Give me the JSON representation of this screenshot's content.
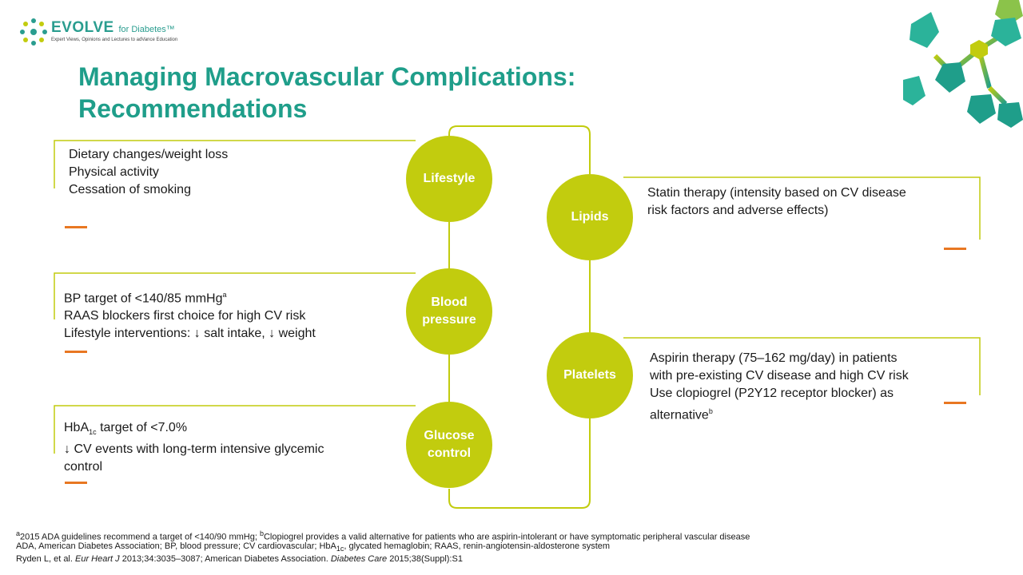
{
  "logo": {
    "brand": "EVOLVE",
    "for_text": "for Diabetes™",
    "tagline": "Expert Views, Opinions and Lectures to adVance Education"
  },
  "title": {
    "line1": "Managing Macrovascular Complications:",
    "line2": "Recommendations"
  },
  "colors": {
    "accent_green": "#c2cc0e",
    "title_teal": "#1f9e8a",
    "dash_orange": "#e87722"
  },
  "left_panels": {
    "lifestyle": {
      "circle_label": "Lifestyle",
      "lines": [
        "Dietary changes/weight loss",
        "Physical activity",
        "Cessation of smoking"
      ]
    },
    "blood_pressure": {
      "circle_label_1": "Blood",
      "circle_label_2": "pressure",
      "line1": "BP target of <140/85 mmHg",
      "line1_sup": "a",
      "line2": "RAAS blockers first choice for high CV risk",
      "line3": "Lifestyle interventions: ↓ salt intake, ↓ weight"
    },
    "glucose": {
      "circle_label_1": "Glucose",
      "circle_label_2": "control",
      "line1_a": "HbA",
      "line1_sub": "1c",
      "line1_b": " target of <7.0%",
      "line2": "↓ CV events with long-term intensive glycemic",
      "line3": "control"
    }
  },
  "right_panels": {
    "lipids": {
      "circle_label": "Lipids",
      "line1": "Statin therapy (intensity based on CV disease",
      "line2": "risk factors and adverse effects)"
    },
    "platelets": {
      "circle_label": "Platelets",
      "line1": "Aspirin therapy (75–162 mg/day) in patients",
      "line2": "with pre-existing CV disease and high CV risk",
      "line3": "Use clopiogrel (P2Y12 receptor blocker) as",
      "line4": "alternative",
      "line4_sup": "b"
    }
  },
  "footnotes": {
    "line1_sup_a": "a",
    "line1_a": "2015 ADA guidelines recommend a target of <140/90 mmHg; ",
    "line1_sup_b": "b",
    "line1_b": "Clopiogrel provides a valid alternative for patients who are aspirin-intolerant or have symptomatic peripheral vascular disease",
    "line2_a": "ADA, American Diabetes Association; BP, blood pressure; CV cardiovascular; HbA",
    "line2_sub": "1c",
    "line2_b": ", glycated hemaglobin; RAAS, renin-angiotensin-aldosterone system",
    "line3_a": "Ryden L, et al. ",
    "line3_journal1": "Eur Heart J",
    "line3_b": " 2013;34:3035–3087;  American Diabetes Association. ",
    "line3_journal2": "Diabetes Care",
    "line3_c": " 2015;38(Suppl):S1"
  }
}
